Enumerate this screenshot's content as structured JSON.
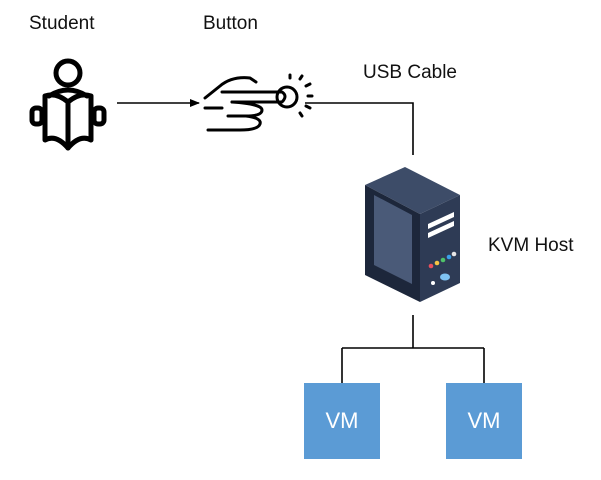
{
  "nodes": {
    "student": {
      "label": "Student",
      "icon": "student-reading-icon"
    },
    "button": {
      "label": "Button",
      "icon": "finger-pressing-button-icon"
    },
    "host": {
      "label": "KVM Host",
      "icon": "server-icon"
    },
    "vms": [
      {
        "label": "VM"
      },
      {
        "label": "VM"
      }
    ]
  },
  "edges": {
    "usb": {
      "label": "USB Cable"
    }
  },
  "colors": {
    "vm_fill": "#5b9bd5",
    "server_front": "#2e3b55",
    "server_side": "#1d273b",
    "server_top": "#3d4c68",
    "line": "#000000"
  }
}
